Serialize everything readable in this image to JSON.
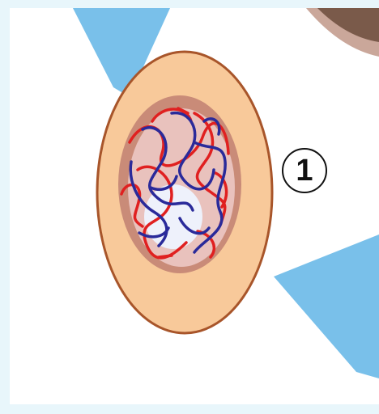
{
  "diagram": {
    "step_number": "1"
  },
  "colors": {
    "background_border": "#e8f6fb",
    "panel": "#ffffff",
    "arrow": "#79c0ea",
    "cytoplasm": "#f8c99a",
    "cell_membrane": "#a8552a",
    "nucleus": "#c98b78",
    "nucleus_inner": "#e9d6de",
    "chromatin_red": "#e02020",
    "chromatin_blue": "#2a2a9a",
    "corner_object": "#7a5a4a"
  },
  "icons": {
    "cell": "cell-in-prophase-illustration",
    "arrow_in": "arrow-pointing-to-cell",
    "arrow_out": "arrow-leaving-cell"
  }
}
